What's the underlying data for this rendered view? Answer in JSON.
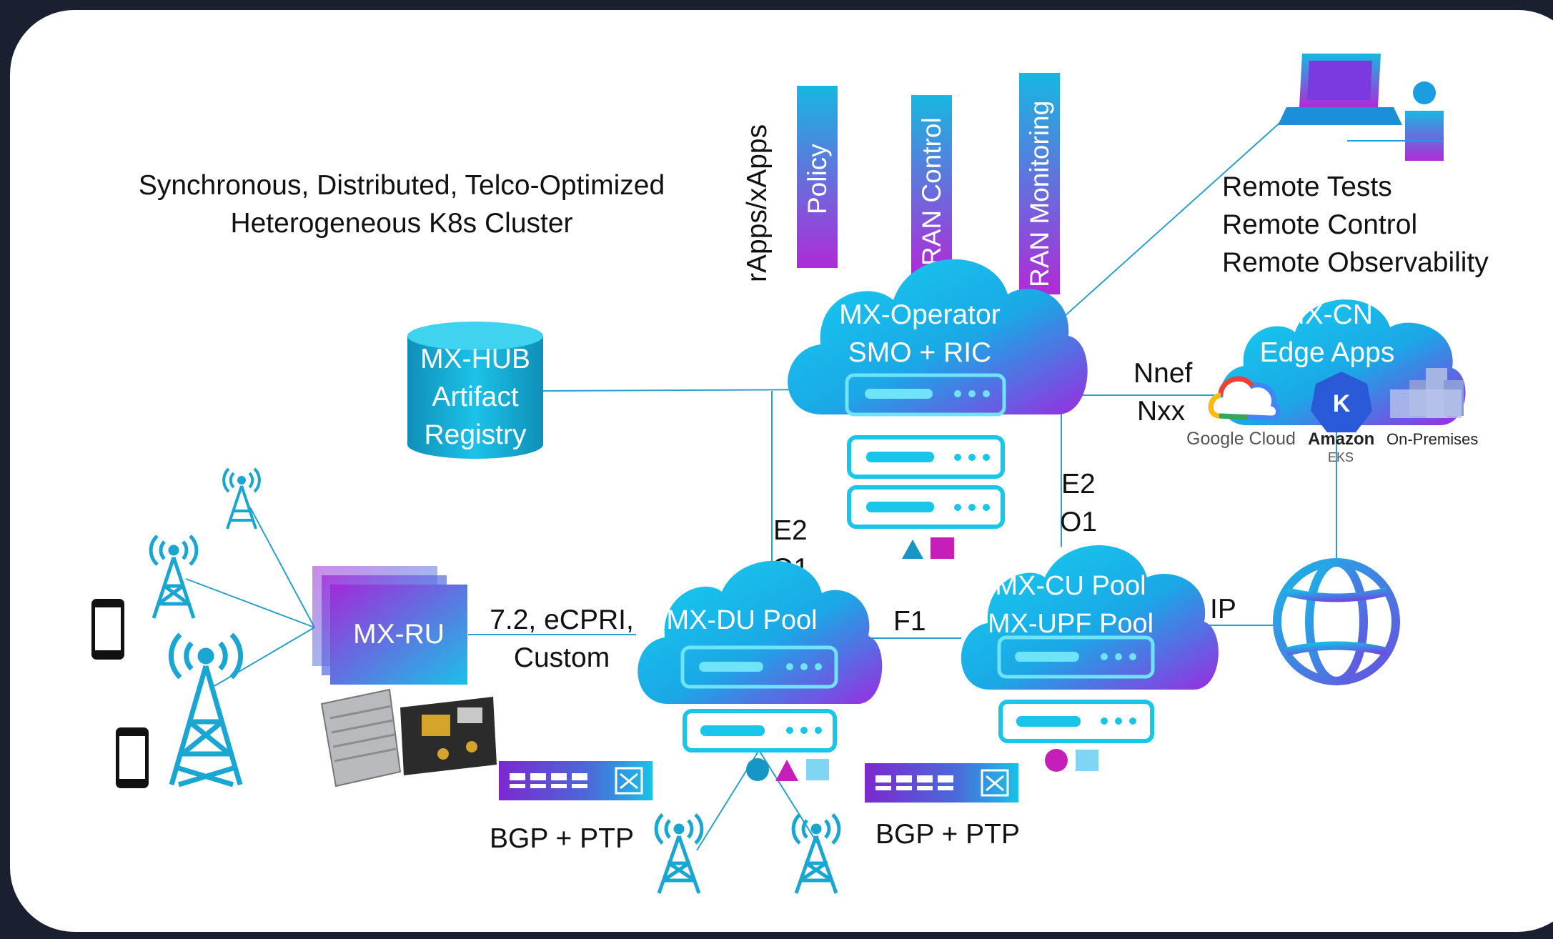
{
  "cluster_caption": {
    "line1": "Synchronous, Distributed, Telco-Optimized",
    "line2": "Heterogeneous K8s Cluster"
  },
  "apps": {
    "group_label": "rApps/xApps",
    "policy": "Policy",
    "ran_control": "RAN Control",
    "ran_monitoring": "RAN Monitoring"
  },
  "remote": {
    "tests": "Remote Tests",
    "control": "Remote Control",
    "observability": "Remote Observability"
  },
  "operator": {
    "line1": "MX-Operator",
    "line2": "SMO + RIC"
  },
  "hub": {
    "line1": "MX-HUB",
    "line2": "Artifact",
    "line3": "Registry"
  },
  "cn": {
    "line1": "MX-CN",
    "line2": "Edge Apps",
    "google": "Google Cloud",
    "amazon": "Amazon",
    "eks": "EKS",
    "onprem": "On-Premises",
    "k8s_letter": "K"
  },
  "interfaces": {
    "nnef": "Nnef",
    "nxx": "Nxx",
    "e2_left": "E2",
    "o1_left": "O1",
    "e2_right": "E2",
    "o1_right": "O1",
    "f1": "F1",
    "ip": "IP",
    "fronthaul_line1": "7.2, eCPRI,",
    "fronthaul_line2": "Custom"
  },
  "ru": {
    "label": "MX-RU"
  },
  "du": {
    "label": "MX-DU Pool"
  },
  "cu": {
    "line1": "MX-CU Pool",
    "line2": "MX-UPF Pool"
  },
  "switch_labels": {
    "left": "BGP + PTP",
    "right": "BGP + PTP"
  },
  "colors": {
    "frame_bg": "#1a2030",
    "panel_bg": "#ffffff",
    "cyan": "#12b5d6",
    "magenta": "#c41fb8",
    "purple": "#7a2fd6",
    "line": "#2aa0cc",
    "text": "#111111"
  }
}
